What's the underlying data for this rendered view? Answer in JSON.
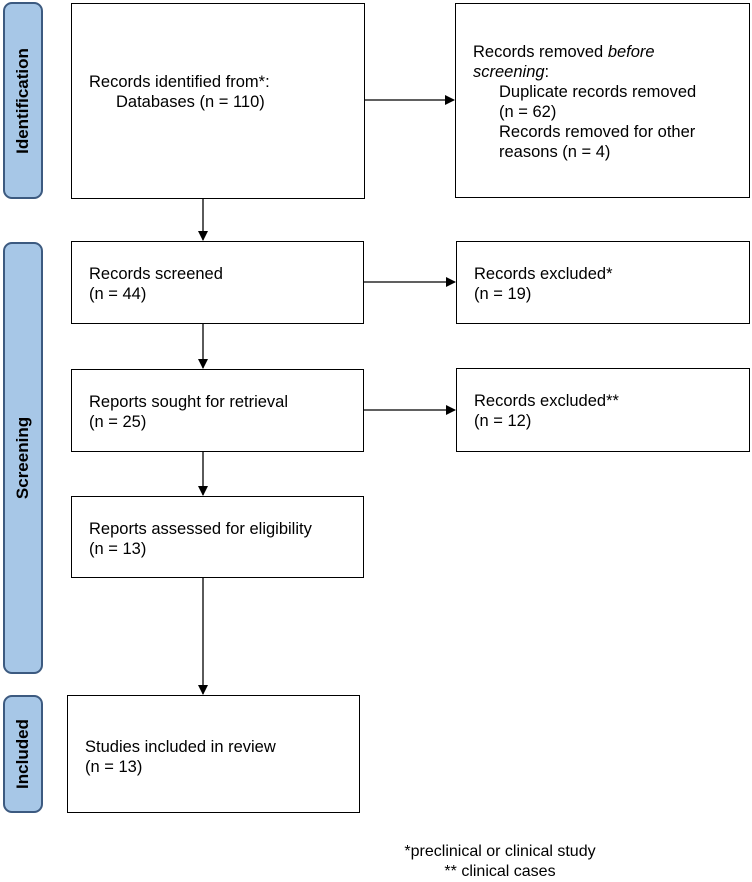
{
  "stages": {
    "identification": "Identification",
    "screening": "Screening",
    "included": "Included"
  },
  "boxes": {
    "identified": {
      "line1": "Records identified from*:",
      "line2": "Databases (n = 110)"
    },
    "removed": {
      "title_pre": "Records removed ",
      "title_em": "before",
      "title_em2": "screening",
      "title_post": ":",
      "dup1": "Duplicate records removed",
      "dup2": "(n = 62)",
      "other1": "Records removed for other",
      "other2": "reasons (n = 4)"
    },
    "screened": {
      "line1": "Records screened",
      "line2": "(n = 44)"
    },
    "excluded1": {
      "line1": "Records excluded*",
      "line2": "(n = 19)"
    },
    "sought": {
      "line1": "Reports sought for retrieval",
      "line2": "(n = 25)"
    },
    "excluded2": {
      "line1": "Records excluded**",
      "line2": "(n = 12)"
    },
    "assessed": {
      "line1": "Reports assessed for eligibility",
      "line2": "(n = 13)"
    },
    "included": {
      "line1": "Studies included in review",
      "line2": "(n = 13)"
    }
  },
  "footnotes": {
    "line1": "*preclinical or clinical study",
    "line2": "** clinical cases"
  }
}
